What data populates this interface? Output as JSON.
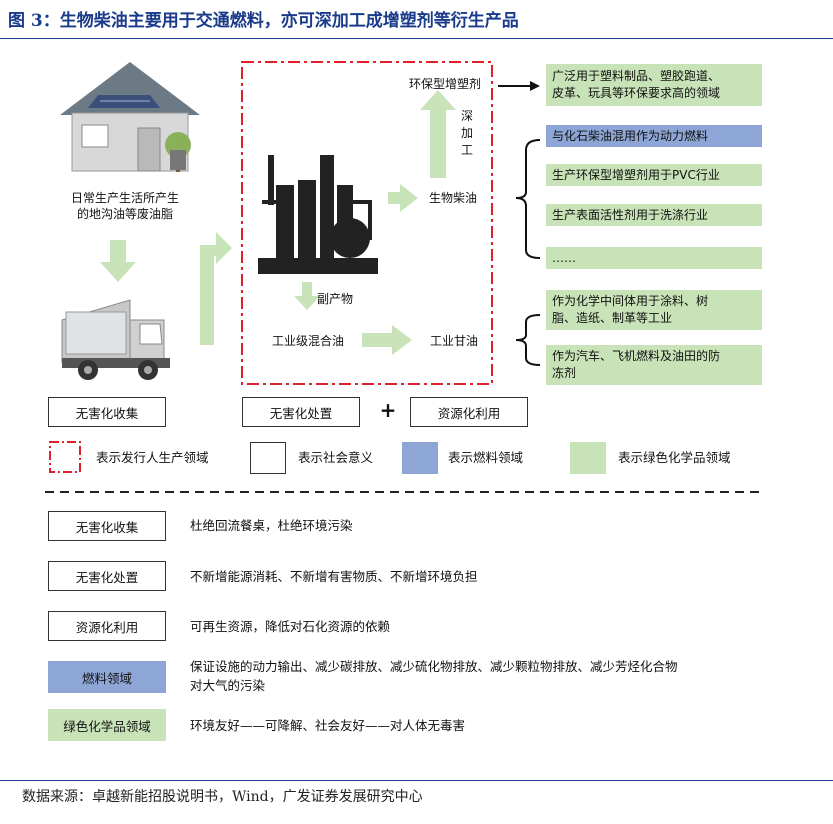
{
  "title": "图 3：生物柴油主要用于交通燃料，亦可深加工成增塑剂等衍生产品",
  "flow": {
    "waste_label": "日常生产生活所产生\n的地沟油等废油脂",
    "biodiesel": "生物柴油",
    "plasticizer": "环保型增塑剂",
    "deep_processing": "深\n加\n工",
    "byproduct": "副产物",
    "mixed_oil": "工业级混合油",
    "glycerin": "工业甘油"
  },
  "uses": {
    "plasticizer_use": "广泛用于塑料制品、塑胶跑道、\n皮革、玩具等环保要求高的领域",
    "biodiesel_uses": [
      "与化石柴油混用作为动力燃料",
      "生产环保型增塑剂用于PVC行业",
      "生产表面活性剂用于洗涤行业",
      "……"
    ],
    "glycerin_uses": [
      "作为化学中间体用于涂料、树\n脂、造纸、制革等工业",
      "作为汽车、飞机燃料及油田的防\n冻剂"
    ]
  },
  "stages": {
    "collect": "无害化收集",
    "dispose": "无害化处置",
    "plus": "+",
    "utilize": "资源化利用"
  },
  "legend": {
    "issuer": "表示发行人生产领域",
    "social": "表示社会意义",
    "fuel": "表示燃料领域",
    "green": "表示绿色化学品领域"
  },
  "explanations": [
    {
      "key": "无害化收集",
      "text": "杜绝回流餐桌，杜绝环境污染",
      "style": "white"
    },
    {
      "key": "无害化处置",
      "text": "不新增能源消耗、不新增有害物质、不新增环境负担",
      "style": "white"
    },
    {
      "key": "资源化利用",
      "text": "可再生资源，降低对石化资源的依赖",
      "style": "white"
    },
    {
      "key": "燃料领域",
      "text": "保证设施的动力输出、减少碳排放、减少硫化物排放、减少颗粒物排放、减少芳烃化合物\n对大气的污染",
      "style": "blue"
    },
    {
      "key": "绿色化学品领域",
      "text": "环境友好——可降解、社会友好——对人体无毒害",
      "style": "green"
    }
  ],
  "source": "数据来源：卓越新能招股说明书，Wind，广发证券发展研究中心",
  "colors": {
    "green": "#c9e3b8",
    "blue": "#8ea6d6",
    "red": "#e0202a",
    "title": "#1a3a8a"
  }
}
